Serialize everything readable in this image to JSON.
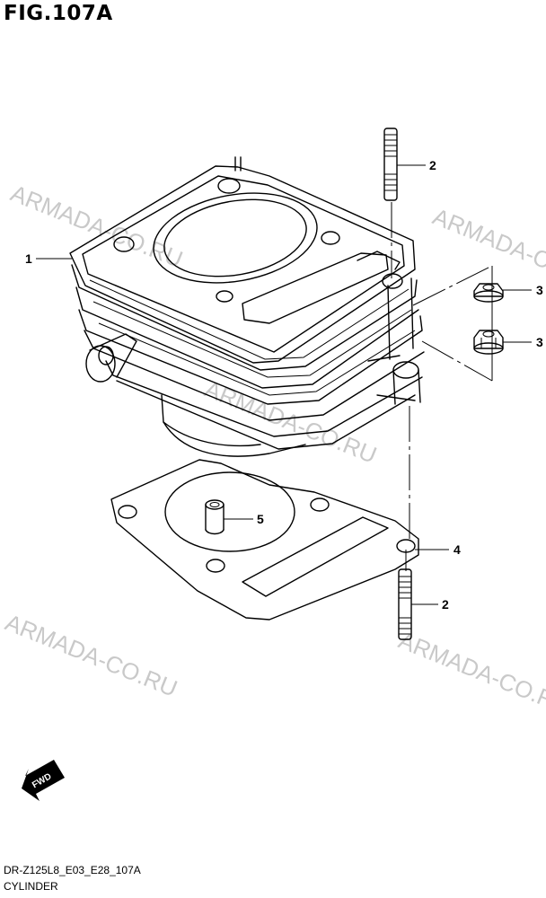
{
  "figure": {
    "title": "FIG.107A",
    "code": "DR-Z125L8_E03_E28_107A",
    "name": "CYLINDER",
    "fwd_label": "FWD"
  },
  "watermark": "ARMADA-CO.RU",
  "callouts": [
    {
      "num": "1"
    },
    {
      "num": "2"
    },
    {
      "num": "3"
    },
    {
      "num": "3"
    },
    {
      "num": "4"
    },
    {
      "num": "5"
    },
    {
      "num": "2"
    }
  ]
}
